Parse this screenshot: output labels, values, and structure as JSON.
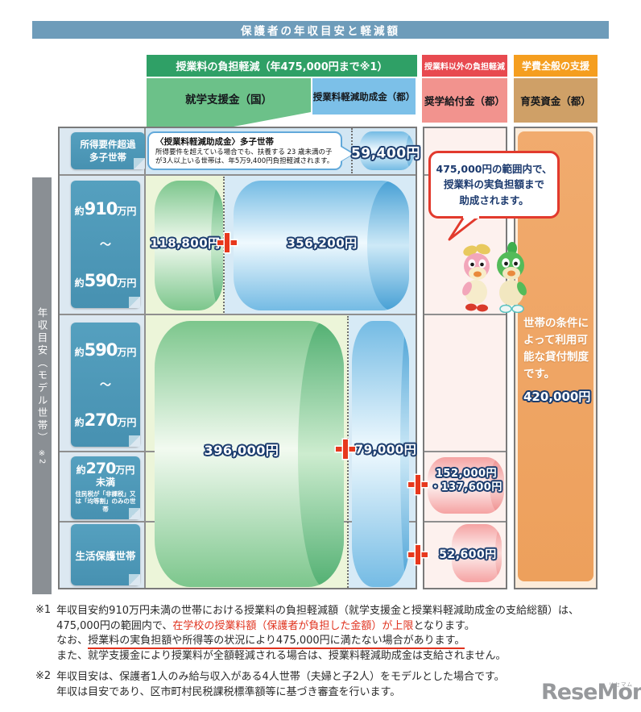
{
  "title": "保護者の年収目安と軽減額",
  "colors": {
    "title_bar": "#6e9cba",
    "group_tuition": "#2fa066",
    "group_non_tuition": "#e84a50",
    "group_general": "#f59e1f",
    "col_shugaku": "#6cc189",
    "col_keigen": "#7cc0e8",
    "col_shogaku": "#f2938e",
    "col_ikuei": "#cfa067",
    "tag_blue": "#4791b1",
    "plus_red": "#e7381d",
    "bubble_border": "#e23a2d",
    "navy_outline": "#1c3d6e"
  },
  "headers": {
    "tuition_group": "授業料の負担軽減（年475,000円まで※1）",
    "non_tuition_group": "授業料以外の負担軽減",
    "general_group": "学費全般の支援",
    "shugaku": "就学支援金（国）",
    "keigen": "授業料軽減助成金（都）",
    "shogaku": "奨学給付金（都）",
    "ikuei": "育英資金（都）"
  },
  "sidebar": {
    "label": "年収目安（モデル世帯）",
    "note": "※2"
  },
  "rows": [
    {
      "line1": "所得要件超過",
      "line2": "多子世帯"
    },
    {
      "top": {
        "yaku": "約",
        "num": "910",
        "man": "万円"
      },
      "tilde": "～",
      "bottom": {
        "yaku": "約",
        "num": "590",
        "man": "万円"
      }
    },
    {
      "top": {
        "yaku": "約",
        "num": "590",
        "man": "万円"
      },
      "tilde": "～",
      "bottom": {
        "yaku": "約",
        "num": "270",
        "man": "万円"
      }
    },
    {
      "top": {
        "yaku": "約",
        "num": "270",
        "man": "万円"
      },
      "miman": "未満",
      "note": "住民税が「非課税」又は「均等割」のみの世帯"
    },
    {
      "label": "生活保護世帯"
    }
  ],
  "callout": {
    "title": "〈授業料軽減助成金〉多子世帯",
    "body": "所得要件を超えている場合でも、扶養する 23 歳未満の子が3人以上いる世帯は、年5万9,400円負担軽減されます。"
  },
  "amounts": {
    "tasei": "59,400円",
    "shugaku_mid": "118,800円",
    "keigen_mid": "356,200円",
    "shugaku_low": "396,000円",
    "keigen_low": "79,000円",
    "shogaku_a1": "152,000円",
    "shogaku_a2": "・137,600円",
    "shogaku_b": "52,600円",
    "ikuei": "420,000円"
  },
  "bubble": {
    "line1": "475,000円の範囲内で、",
    "line2": "授業料の実負担額まで",
    "line3": "助成されます。"
  },
  "loan": {
    "text": "世帯の条件によって利用可能な貸付制度です。"
  },
  "footnotes": {
    "fn1": {
      "label": "※1",
      "l1": "年収目安約910万円未満の世帯における授業料の負担軽減額（就学支援金と授業料軽減助成金の支給総額）は、",
      "l2_pre": "475,000円の範囲内で、",
      "l2_red": "在学校の授業料額（保護者が負担した金額）が上限",
      "l2_post": "となります。",
      "l3_pre": "なお、",
      "l3_underline": "授業料の実負担額や所得等の状況により475,000円に満たない場合があります。",
      "l4": "また、就学支援金により授業料が全額軽減される場合は、授業料軽減助成金は支給されません。"
    },
    "fn2": {
      "label": "※2",
      "l1": "年収目安は、保護者1人のみ給与収入がある4人世帯（夫婦と子2人）をモデルとした場合です。",
      "l2": "年収は目安であり、区市町村民税課税標準額等に基づき審査を行います。"
    }
  },
  "logo": {
    "text": "ReseMom.",
    "ruby": "リセマム"
  }
}
